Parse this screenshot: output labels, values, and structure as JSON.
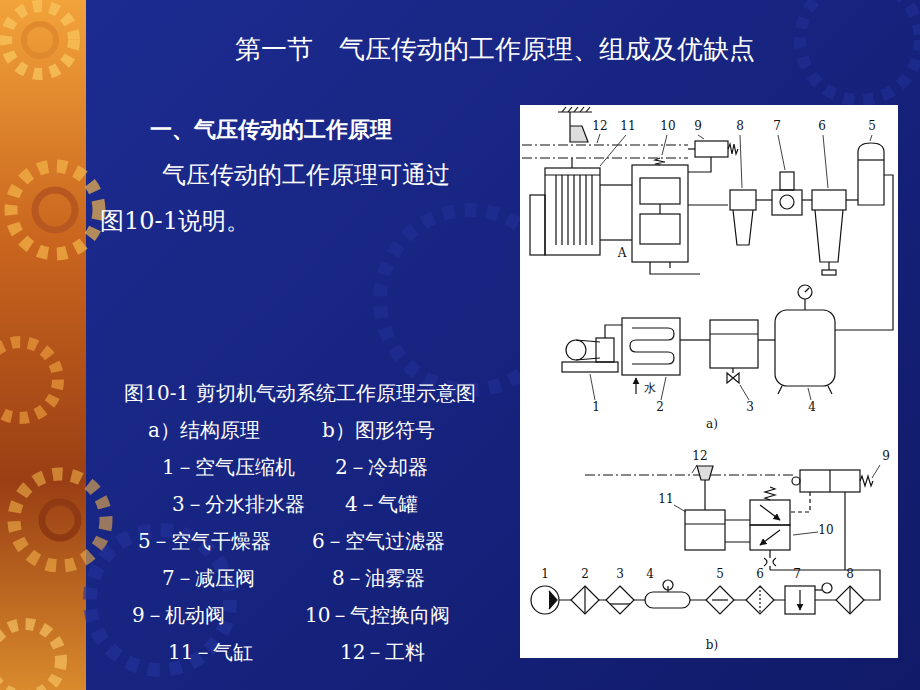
{
  "diagram": {
    "title": "第一节　气压传动的工作原理、组成及优缺点",
    "caption": "图10-1 剪切机气动系统工作原理示意图",
    "labels": [
      "一、气压传动的工作原理",
      "气压传动的工作原理可通过图10-1说明。",
      "a）结构原理",
      "b）图形符号",
      "1－空气压缩机",
      "2－冷却器",
      "3－分水排水器",
      "4－气罐",
      "5－空气干燥器",
      "6－空气过滤器",
      "7－减压阀",
      "8－油雾器",
      "9－机动阀",
      "10－气控换向阀",
      "11－气缸",
      "12－工料",
      "12",
      "11",
      "10",
      "9",
      "8",
      "7",
      "6",
      "5",
      "A",
      "水",
      "1",
      "2",
      "3",
      "4",
      "a)",
      "12",
      "9",
      "11",
      "10",
      "1",
      "2",
      "3",
      "4",
      "5",
      "6",
      "7",
      "8",
      "b)"
    ]
  }
}
